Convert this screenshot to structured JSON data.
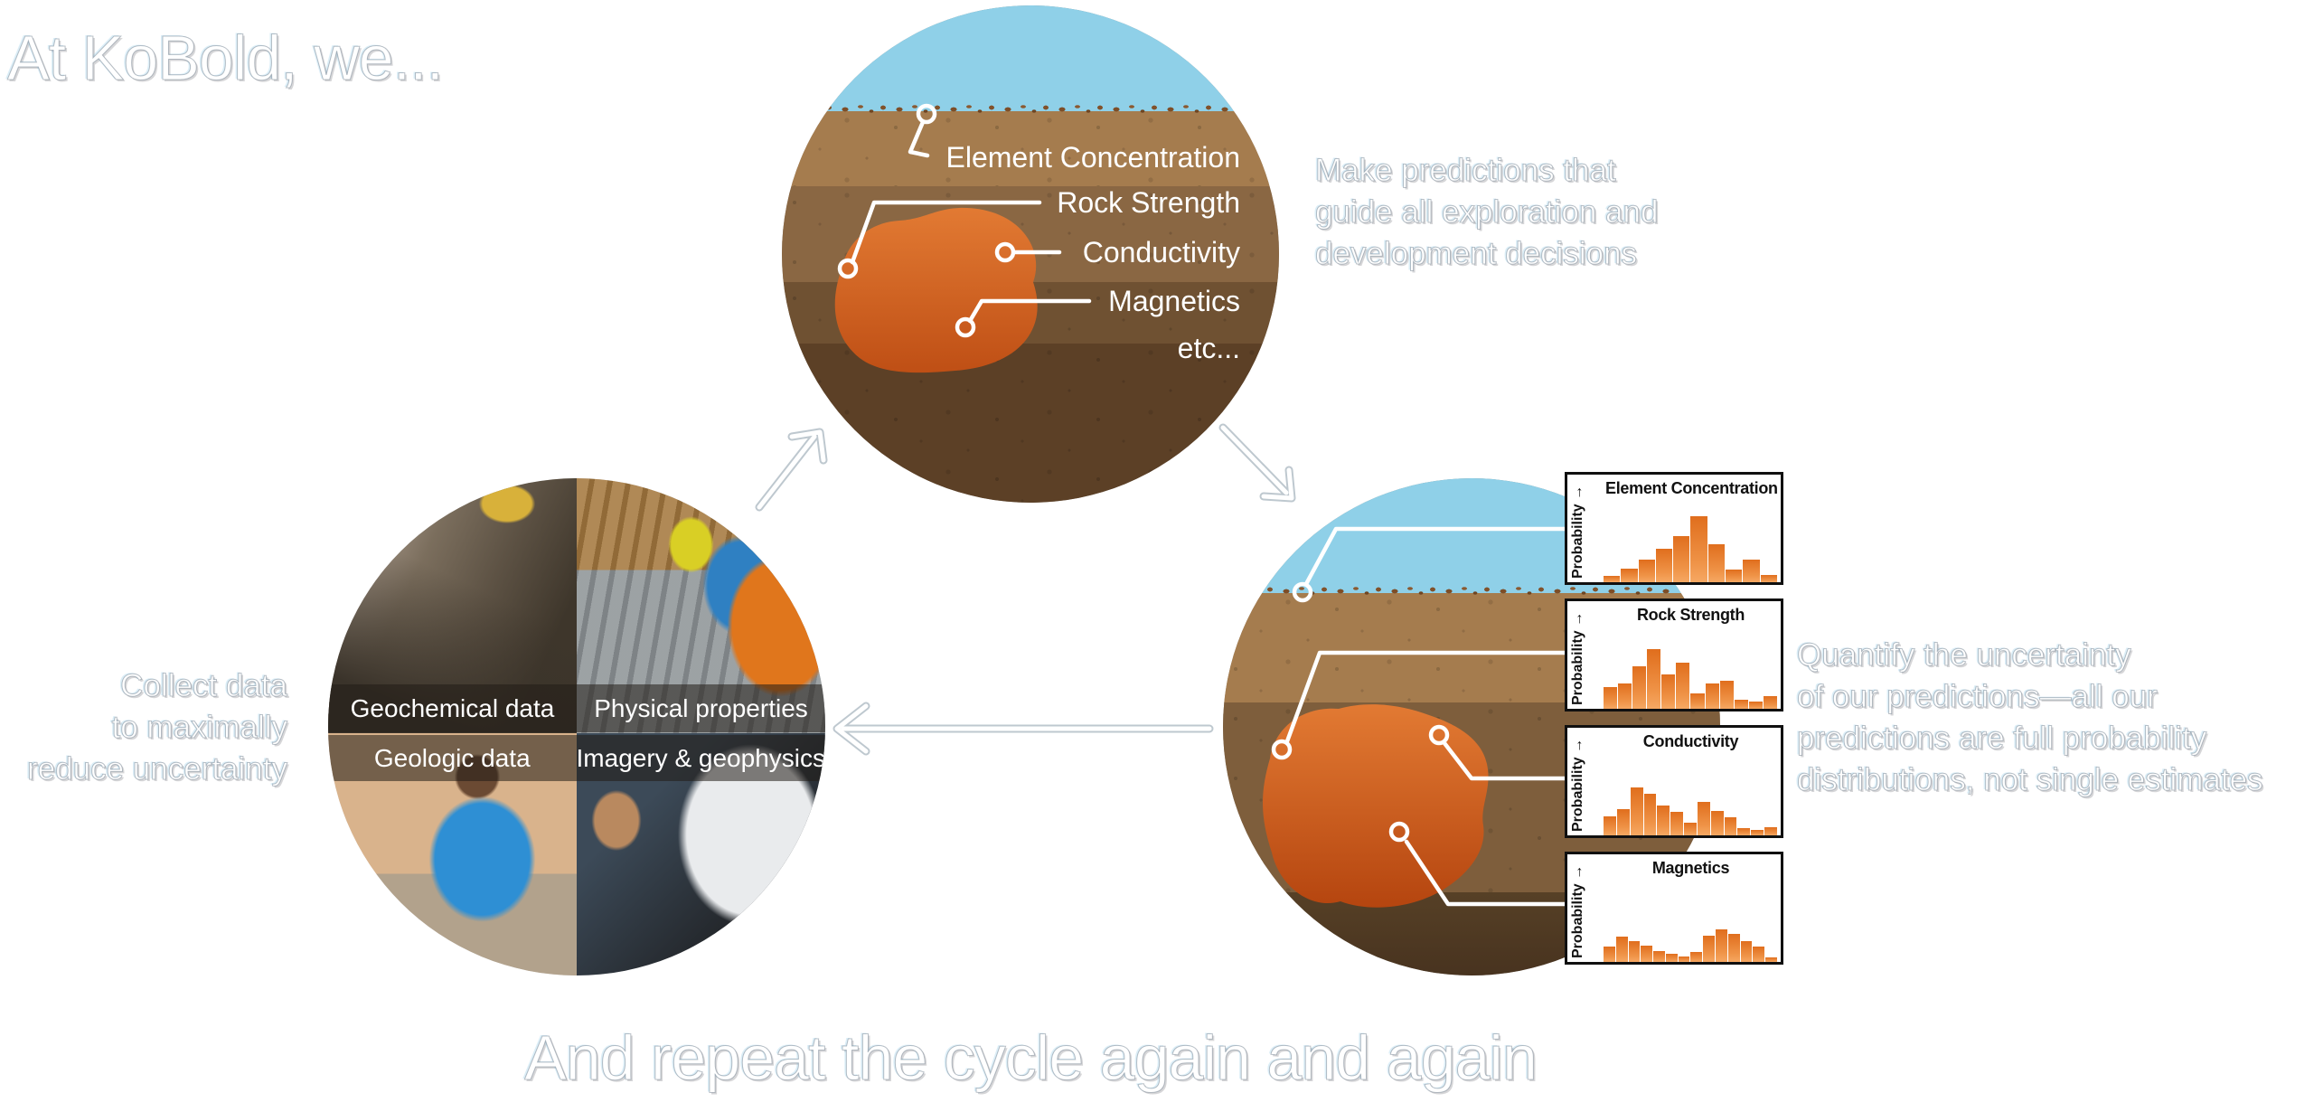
{
  "title": "At KoBold, we...",
  "bottom_caption": "And repeat the cycle again and again",
  "cycle": {
    "predict_caption": [
      "Make predictions that",
      "guide all exploration and",
      "development decisions"
    ],
    "quantify_caption": [
      "Quantify the uncertainty",
      "of our predictions—all our",
      "predictions are full probability",
      "distributions, not single estimates"
    ],
    "collect_caption": [
      "Collect data",
      "to maximally",
      "reduce uncertainty"
    ]
  },
  "top_circle": {
    "labels": [
      "Element Concentration",
      "Rock Strength",
      "Conductivity",
      "Magnetics",
      "etc..."
    ]
  },
  "left_circle": {
    "photo_labels": [
      "Geochemical data",
      "Physical properties",
      "Geologic data",
      "Imagery & geophysics"
    ]
  },
  "right_circle": {
    "ylabel": "Probability",
    "ylabel_display": "Probability →",
    "panels": [
      {
        "title": "Element Concentration",
        "bars": [
          0.08,
          0.18,
          0.3,
          0.44,
          0.6,
          0.86,
          0.5,
          0.16,
          0.3,
          0.1
        ]
      },
      {
        "title": "Rock Strength",
        "bars": [
          0.28,
          0.33,
          0.55,
          0.78,
          0.45,
          0.6,
          0.2,
          0.33,
          0.37,
          0.12,
          0.09,
          0.17
        ]
      },
      {
        "title": "Conductivity",
        "bars": [
          0.25,
          0.34,
          0.62,
          0.54,
          0.39,
          0.31,
          0.17,
          0.44,
          0.32,
          0.24,
          0.09,
          0.07,
          0.11
        ]
      },
      {
        "title": "Magnetics",
        "bars": [
          0.2,
          0.33,
          0.27,
          0.21,
          0.14,
          0.11,
          0.07,
          0.13,
          0.34,
          0.42,
          0.37,
          0.27,
          0.2,
          0.06
        ]
      }
    ]
  },
  "chart_data": [
    {
      "type": "bar",
      "title": "Element Concentration",
      "ylabel": "Probability",
      "xlabel": "",
      "legend": false,
      "values": [
        0.08,
        0.18,
        0.3,
        0.44,
        0.6,
        0.86,
        0.5,
        0.16,
        0.3,
        0.1
      ],
      "ylim": [
        0,
        1
      ],
      "grid": false
    },
    {
      "type": "bar",
      "title": "Rock Strength",
      "ylabel": "Probability",
      "xlabel": "",
      "legend": false,
      "values": [
        0.28,
        0.33,
        0.55,
        0.78,
        0.45,
        0.6,
        0.2,
        0.33,
        0.37,
        0.12,
        0.09,
        0.17
      ],
      "ylim": [
        0,
        1
      ],
      "grid": false
    },
    {
      "type": "bar",
      "title": "Conductivity",
      "ylabel": "Probability",
      "xlabel": "",
      "legend": false,
      "values": [
        0.25,
        0.34,
        0.62,
        0.54,
        0.39,
        0.31,
        0.17,
        0.44,
        0.32,
        0.24,
        0.09,
        0.07,
        0.11
      ],
      "ylim": [
        0,
        1
      ],
      "grid": false
    },
    {
      "type": "bar",
      "title": "Magnetics",
      "ylabel": "Probability",
      "xlabel": "",
      "legend": false,
      "values": [
        0.2,
        0.33,
        0.27,
        0.21,
        0.14,
        0.11,
        0.07,
        0.13,
        0.34,
        0.42,
        0.37,
        0.27,
        0.2,
        0.06
      ],
      "ylim": [
        0,
        1
      ],
      "grid": false
    }
  ],
  "colors": {
    "sky": "#8fd0e8",
    "soil_light": "#a57c4e",
    "soil_medium": "#8a6743",
    "soil_dark": "#6f5132",
    "soil_darkest": "#5c4026",
    "ore_top": "#e27a33",
    "ore_bottom": "#bf4f15",
    "bar_orange_top": "#e06e1d",
    "bar_orange_bottom": "#f6a863",
    "callout_white": "#ffffff",
    "panel_border": "#101010"
  }
}
